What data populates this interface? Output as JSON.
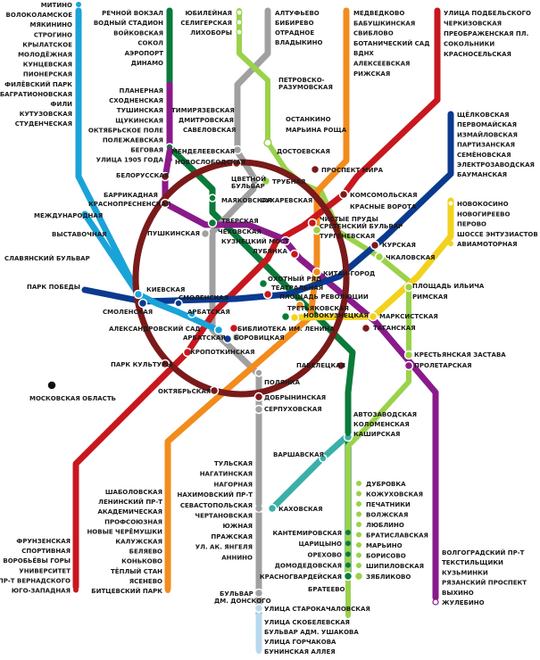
{
  "colors": {
    "line1": "#c8171e",
    "line2": "#0a7a3a",
    "line3": "#0a3a8f",
    "line4": "#1aa3d9",
    "line5": "#7a1a1a",
    "line6": "#f28c1d",
    "line7": "#8a1a8a",
    "line8": "#f2d21d",
    "line9": "#a0a0a0",
    "line10": "#9ad24a",
    "line11": "#3ab0a8",
    "line12": "#b8d8ee",
    "lineLight": "#ffffff"
  },
  "labels": {
    "l4_north": [
      "МИТИНО",
      "ВОЛОКОЛАМСКОЕ",
      "МЯКИНИНО",
      "СТРОГИНО",
      "КРЫЛАТСКОЕ",
      "МОЛОДЁЖНАЯ",
      "КУНЦЕВСКАЯ",
      "ПИОНЕРСКАЯ",
      "ФИЛЁВСКИЙ ПАРК",
      "БАГРАТИОНОВСКАЯ",
      "ФИЛИ",
      "КУТУЗОВСКАЯ",
      "СТУДЕНЧЕСКАЯ"
    ],
    "l2_north": [
      "РЕЧНОЙ ВОКЗАЛ",
      "ВОДНЫЙ СТАДИОН",
      "ВОЙКОВСКАЯ",
      "СОКОЛ",
      "АЭРОПОРТ",
      "ДИНАМО"
    ],
    "l10_north": [
      "ЮБИЛЕЙНАЯ",
      "СЕЛИГЕРСКАЯ",
      "ЛИХОБОРЫ"
    ],
    "l9_north": [
      "АЛТУФЬЕВО",
      "БИБИРЕВО",
      "ОТРАДНОЕ",
      "ВЛАДЫКИНО"
    ],
    "l6_north": [
      "МЕДВЕДКОВО",
      "БАБУШКИНСКАЯ",
      "СВИБЛОВО",
      "БОТАНИЧЕСКИЙ САД",
      "ВДНХ",
      "АЛЕКСЕЕВСКАЯ",
      "РИЖСКАЯ"
    ],
    "l1_north": [
      "УЛИЦА ПОДБЕЛЬСКОГО",
      "ЧЕРКИЗОВСКАЯ",
      "ПРЕОБРАЖЕНСКАЯ ПЛ.",
      "СОКОЛЬНИКИ",
      "КРАСНОСЕЛЬСКАЯ"
    ],
    "l7_north": [
      "ПЛАНЕРНАЯ",
      "СХОДНЕНСКАЯ",
      "ТУШИНСКАЯ",
      "ЩУКИНСКАЯ",
      "ОКТЯБРЬСКОЕ ПОЛЕ",
      "ПОЛЕЖАЕВСКАЯ",
      "БЕГОВАЯ",
      "УЛИЦА 1905 ГОДА"
    ],
    "l3_east": [
      "ЩЁЛКОВСКАЯ",
      "ПЕРВОМАЙСКАЯ",
      "ИЗМАЙЛОВСКАЯ",
      "ПАРТИЗАНСКАЯ",
      "СЕМЁНОВСКАЯ",
      "ЭЛЕКТРОЗАВОДСКАЯ",
      "БАУМАНСКАЯ"
    ],
    "l8_east": [
      "НОВОКОСИНО",
      "НОВОГИРЕЕВО",
      "ПЕРОВО",
      "ШОССЕ ЭНТУЗИАСТОВ",
      "АВИАМОТОРНАЯ"
    ],
    "l1_south": [
      "ФРУНЗЕНСКАЯ",
      "СПОРТИВНАЯ",
      "ВОРОБЬЁВЫ ГОРЫ",
      "УНИВЕРСИТЕТ",
      "ПР-Т ВЕРНАДСКОГО",
      "ЮГО-ЗАПАДНАЯ"
    ],
    "l6_south": [
      "ШАБОЛОВСКАЯ",
      "ЛЕНИНСКИЙ ПР-Т",
      "АКАДЕМИЧЕСКАЯ",
      "ПРОФСОЮЗНАЯ",
      "НОВЫЕ ЧЕРЁМУШКИ",
      "КАЛУЖСКАЯ",
      "БЕЛЯЕВО",
      "КОНЬКОВО",
      "ТЁПЛЫЙ СТАН",
      "ЯСЕНЕВО",
      "БИТЦЕВСКИЙ ПАРК"
    ],
    "l9_south": [
      "ТУЛЬСКАЯ",
      "НАГАТИНСКАЯ",
      "НАГОРНАЯ",
      "НАХИМОВСКИЙ ПР-Т",
      "СЕВАСТОПОЛЬСКАЯ",
      "ЧЕРТАНОВСКАЯ",
      "ЮЖНАЯ",
      "ПРАЖСКАЯ",
      "УЛ. АК. ЯНГЕЛЯ",
      "АННИНО"
    ],
    "l12_south": [
      "УЛИЦА СКОБЕЛЕВСКАЯ",
      "БУЛЬВАР АДМ. УШАКОВА",
      "УЛИЦА ГОРЧАКОВА",
      "БУНИНСКАЯ АЛЛЕЯ"
    ],
    "l2_south": [
      "АВТОЗАВОДСКАЯ",
      "КОЛОМЕНСКАЯ",
      "КАШИРСКАЯ"
    ],
    "l2_south2": [
      "КАНТЕМИРОВСКАЯ",
      "ЦАРИЦЫНО",
      "ОРЕХОВО",
      "ДОМОДЕДОВСКАЯ",
      "КРАСНОГВАРДЕЙСКАЯ"
    ],
    "l10_south": [
      "ДУБРОВКА",
      "КОЖУХОВСКАЯ",
      "ПЕЧАТНИКИ",
      "ВОЛЖСКАЯ",
      "ЛЮБЛИНО",
      "БРАТИСЛАВСКАЯ",
      "МАРЬИНО",
      "БОРИСОВО",
      "ШИПИЛОВСКАЯ"
    ],
    "l7_south": [
      "ВОЛГОГРАДСКИЙ ПР-Т",
      "ТЕКСТИЛЬЩИКИ",
      "КУЗЬМИНКИ",
      "РЯЗАНСКИЙ ПРОСПЕКТ",
      "ВЫХИНО",
      "ЖУЛЕБИНО"
    ],
    "center": {
      "timiryazevskaya": "ТИМИРЯЗЕВСКАЯ",
      "dmitrovskaya": "ДМИТРОВСКАЯ",
      "savelovskaya": "САВЕЛОВСКАЯ",
      "mendeleevskaya": "МЕНДЕЛЕЕВСКАЯ",
      "novoslobodskaya": "НОВОСЛОБОДСКАЯ",
      "petrovsko1": "ПЕТРОВСКО-",
      "petrovsko2": "РАЗУМОВСКАЯ",
      "ostankino": "ОСТАНКИНО",
      "maryina_roshcha": "МАРЬИНА РОЩА",
      "dostoevskaya": "ДОСТОЕВСКАЯ",
      "belorusskaya": "БЕЛОРУССКАЯ",
      "tsvetnoy1": "ЦВЕТНОЙ",
      "tsvetnoy2": "БУЛЬВАР",
      "trubnaya": "ТРУБНАЯ",
      "prospekt_mira": "ПРОСПЕКТ МИРА",
      "barrikadnaya": "БАРРИКАДНАЯ",
      "krasnopresnenskaya": "КРАСНОПРЕСНЕНСКАЯ",
      "mayakovskaya": "МАЯКОВСКАЯ",
      "sukharevskaya": "СУХАРЕВСКАЯ",
      "komsomolskaya": "КОМСОМОЛЬСКАЯ",
      "krasnye_vorota": "КРАСНЫЕ ВОРОТА",
      "chistye_prudy": "ЧИСТЫЕ ПРУДЫ",
      "sretensky": "СРЕТЕНСКИЙ БУЛЬВАР",
      "turgenevskaya": "ТУРГЕНЕВСКАЯ",
      "mezhdunarodnaya": "МЕЖДУНАРОДНАЯ",
      "vystavochnaya": "ВЫСТАВОЧНАЯ",
      "pushkinskaya": "ПУШКИНСКАЯ",
      "tverskaya": "ТВЕРСКАЯ",
      "chekhovskaya": "ЧЕХОВСКАЯ",
      "kuznetsky": "КУЗНЕЦКИЙ МОСТ",
      "lubyanka": "ЛУБЯНКА",
      "kurskaya": "КУРСКАЯ",
      "chkalovskaya": "ЧКАЛОВСКАЯ",
      "slavyansky": "СЛАВЯНСКИЙ БУЛЬВАР",
      "park_pobedy": "ПАРК ПОБЕДЫ",
      "kitay_gorod": "КИТАЙ-ГОРОД",
      "okhotny": "ОХОТНЫЙ РЯД",
      "teatralnaya": "ТЕАТРАЛЬНАЯ",
      "ploshchad_rev": "ПЛОЩАДЬ РЕВОЛЮЦИИ",
      "kievskaya": "КИЕВСКАЯ",
      "smolenskaya_b": "СМОЛЕНСКАЯ",
      "smolenskaya_a": "СМОЛЕНСКАЯ",
      "arbatskaya_a": "АРБАТСКАЯ",
      "ploshchad_ilicha": "ПЛОЩАДЬ ИЛЬИЧА",
      "rimskaya": "РИМСКАЯ",
      "aleksandrovsky": "АЛЕКСАНДРОВСКИЙ САД",
      "biblioteka": "БИБЛИОТЕКА ИМ. ЛЕНИНА",
      "arbatskaya_b": "АРБАТСКАЯ",
      "borovitskaya": "БОРОВИЦКАЯ",
      "tretyakovskaya": "ТРЕТЬЯКОВСКАЯ",
      "novokuznetskaya": "НОВОКУЗНЕЦКАЯ",
      "marksistskaya": "МАРКСИСТСКАЯ",
      "taganskaya": "ТАГАНСКАЯ",
      "kropotkinskaya": "КРОПОТКИНСКАЯ",
      "krestyanskaya": "КРЕСТЬЯНСКАЯ ЗАСТАВА",
      "proletarskaya": "ПРОЛЕТАРСКАЯ",
      "park_kultury": "ПАРК КУЛЬТУРЫ",
      "polyanka": "ПОЛЯНКА",
      "paveletskaya": "ПАВЕЛЕЦКАЯ",
      "moskovskaya_oblast": "МОСКОВСКАЯ ОБЛАСТЬ",
      "oktyabrskaya": "ОКТЯБРЬСКАЯ",
      "dobryninskaya": "ДОБРЫНИНСКАЯ",
      "serpukhovskaya": "СЕРПУХОВСКАЯ",
      "varshavskaya": "ВАРШАВСКАЯ",
      "kakhovskaya": "КАХОВСКАЯ",
      "bratеevo": "БРАТЕЕВО",
      "zyablikovo": "ЗЯБЛИКОВО",
      "bulvar_donskogo1": "БУЛЬВАР",
      "bulvar_donskogo2": "ДМ. ДОНСКОГО",
      "starokachalovskaya": "УЛИЦА СТАРОКАЧАЛОВСКАЯ"
    }
  }
}
